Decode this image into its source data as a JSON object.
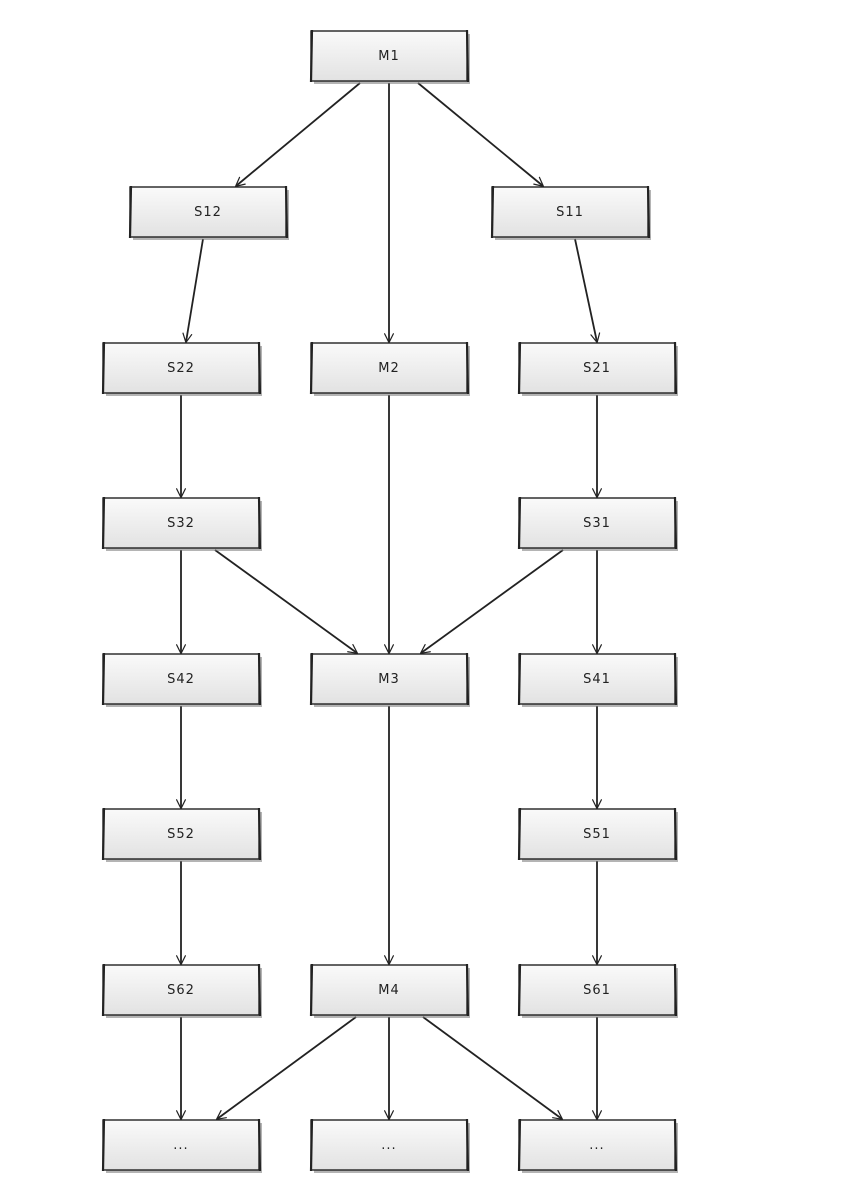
{
  "nodes": [
    {
      "id": "M1",
      "label": "M1"
    },
    {
      "id": "S12",
      "label": "S12"
    },
    {
      "id": "S11",
      "label": "S11"
    },
    {
      "id": "S22",
      "label": "S22"
    },
    {
      "id": "M2",
      "label": "M2"
    },
    {
      "id": "S21",
      "label": "S21"
    },
    {
      "id": "S32",
      "label": "S32"
    },
    {
      "id": "S31",
      "label": "S31"
    },
    {
      "id": "S42",
      "label": "S42"
    },
    {
      "id": "M3",
      "label": "M3"
    },
    {
      "id": "S41",
      "label": "S41"
    },
    {
      "id": "S52",
      "label": "S52"
    },
    {
      "id": "S51",
      "label": "S51"
    },
    {
      "id": "S62",
      "label": "S62"
    },
    {
      "id": "M4",
      "label": "M4"
    },
    {
      "id": "S61",
      "label": "S61"
    },
    {
      "id": "E1",
      "label": "..."
    },
    {
      "id": "E2",
      "label": "..."
    },
    {
      "id": "E3",
      "label": "..."
    }
  ],
  "edges": [
    {
      "from": "M1",
      "to": "S12"
    },
    {
      "from": "M1",
      "to": "M2"
    },
    {
      "from": "M1",
      "to": "S11"
    },
    {
      "from": "S12",
      "to": "S22"
    },
    {
      "from": "S11",
      "to": "S21"
    },
    {
      "from": "S22",
      "to": "S32"
    },
    {
      "from": "M2",
      "to": "M3"
    },
    {
      "from": "S21",
      "to": "S31"
    },
    {
      "from": "S32",
      "to": "S42"
    },
    {
      "from": "S32",
      "to": "M3"
    },
    {
      "from": "S31",
      "to": "M3"
    },
    {
      "from": "S31",
      "to": "S41"
    },
    {
      "from": "S42",
      "to": "S52"
    },
    {
      "from": "M3",
      "to": "M4"
    },
    {
      "from": "S41",
      "to": "S51"
    },
    {
      "from": "S52",
      "to": "S62"
    },
    {
      "from": "S51",
      "to": "S61"
    },
    {
      "from": "S62",
      "to": "E1"
    },
    {
      "from": "M4",
      "to": "E1"
    },
    {
      "from": "M4",
      "to": "E2"
    },
    {
      "from": "M4",
      "to": "E3"
    },
    {
      "from": "S61",
      "to": "E3"
    }
  ],
  "colors": {
    "box_fill_top": "#fafafa",
    "box_fill_bottom": "#e4e4e4",
    "stroke": "#222222"
  }
}
